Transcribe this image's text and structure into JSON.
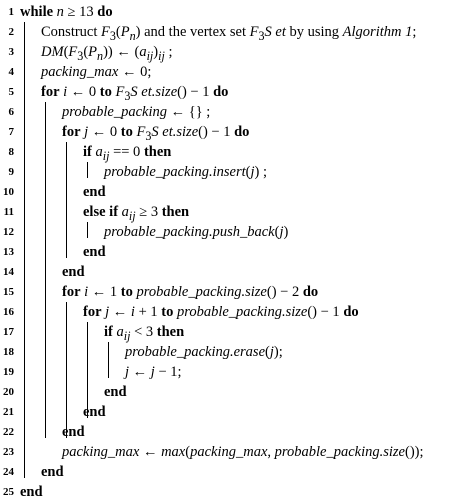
{
  "lines": [
    {
      "n": "1",
      "indent": 0,
      "text": "while n ≥ 13 do"
    },
    {
      "n": "2",
      "indent": 1,
      "text": "Construct F3(Pn) and the vertex set F3Set by using Algorithm 1;"
    },
    {
      "n": "3",
      "indent": 1,
      "text": "DM(F3(Pn)) ← (aij)ij ;"
    },
    {
      "n": "4",
      "indent": 1,
      "text": "packing_max ← 0;"
    },
    {
      "n": "5",
      "indent": 1,
      "text": "for i ← 0 to F3Set.size() − 1 do"
    },
    {
      "n": "6",
      "indent": 2,
      "text": "probable_packing ← {} ;"
    },
    {
      "n": "7",
      "indent": 2,
      "text": "for j ← 0 to F3Set.size() − 1 do"
    },
    {
      "n": "8",
      "indent": 3,
      "text": "if aij == 0 then"
    },
    {
      "n": "9",
      "indent": 4,
      "text": "probable_packing.insert(j) ;"
    },
    {
      "n": "10",
      "indent": 3,
      "text": "end"
    },
    {
      "n": "11",
      "indent": 3,
      "text": "else if aij ≥ 3 then"
    },
    {
      "n": "12",
      "indent": 4,
      "text": "probable_packing.push_back(j)"
    },
    {
      "n": "13",
      "indent": 3,
      "text": "end"
    },
    {
      "n": "14",
      "indent": 2,
      "text": "end"
    },
    {
      "n": "15",
      "indent": 2,
      "text": "for i ← 1 to probable_packing.size() − 2 do"
    },
    {
      "n": "16",
      "indent": 3,
      "text": "for j ← i + 1 to probable_packing.size() − 1 do"
    },
    {
      "n": "17",
      "indent": 4,
      "text": "if aij < 3 then"
    },
    {
      "n": "18",
      "indent": 5,
      "text": "probable_packing.erase(j);"
    },
    {
      "n": "19",
      "indent": 5,
      "text": "j ← j − 1;"
    },
    {
      "n": "20",
      "indent": 4,
      "text": "end"
    },
    {
      "n": "21",
      "indent": 3,
      "text": "end"
    },
    {
      "n": "22",
      "indent": 2,
      "text": "end"
    },
    {
      "n": "23",
      "indent": 2,
      "text": "packing_max ← max(packing_max, probable_packing.size());"
    },
    {
      "n": "24",
      "indent": 1,
      "text": "end"
    },
    {
      "n": "25",
      "indent": 0,
      "text": "end"
    }
  ]
}
